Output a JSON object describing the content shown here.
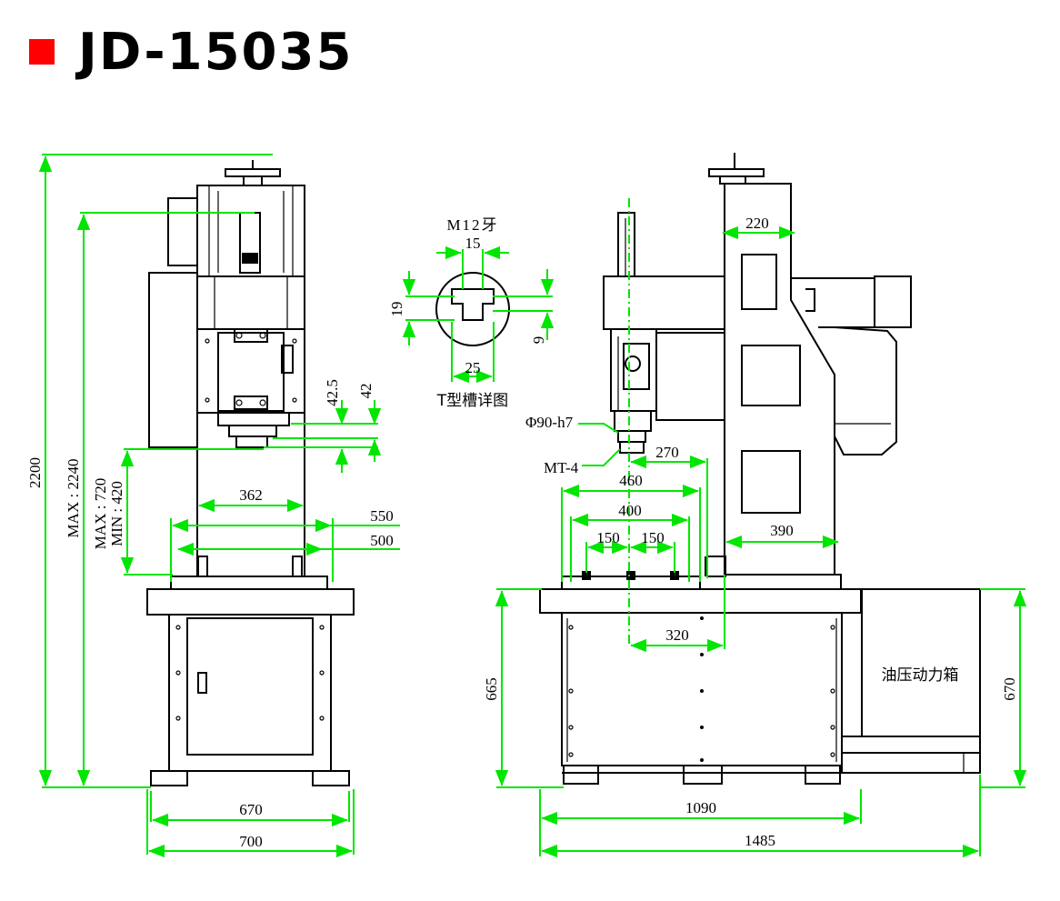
{
  "title": {
    "model": "JD-15035",
    "marker_color": "#ff0000"
  },
  "colors": {
    "dimension": "#00e600",
    "outline": "#000000"
  },
  "front_view": {
    "height_total": "2200",
    "height_max": "MAX : 2240",
    "stroke_max": "MAX : 720",
    "stroke_min": "MIN : 420",
    "throat": "362",
    "table_550": "550",
    "table_500": "500",
    "spindle_42_5": "42.5",
    "spindle_42": "42",
    "base_670": "670",
    "base_700": "700"
  },
  "tslot_detail": {
    "thread": "M12牙",
    "top": "15",
    "left": "19",
    "right": "9",
    "bottom": "25",
    "caption": "T型槽详图"
  },
  "side_view": {
    "column_220": "220",
    "spindle_phi": "Φ90-h7",
    "taper": "MT-4",
    "dim_270": "270",
    "dim_460": "460",
    "dim_400": "400",
    "dim_150a": "150",
    "dim_150b": "150",
    "dim_390": "390",
    "dim_320": "320",
    "height_665": "665",
    "height_670": "670",
    "hydraulic_box": "油压动力箱",
    "width_1090": "1090",
    "width_1485": "1485"
  }
}
